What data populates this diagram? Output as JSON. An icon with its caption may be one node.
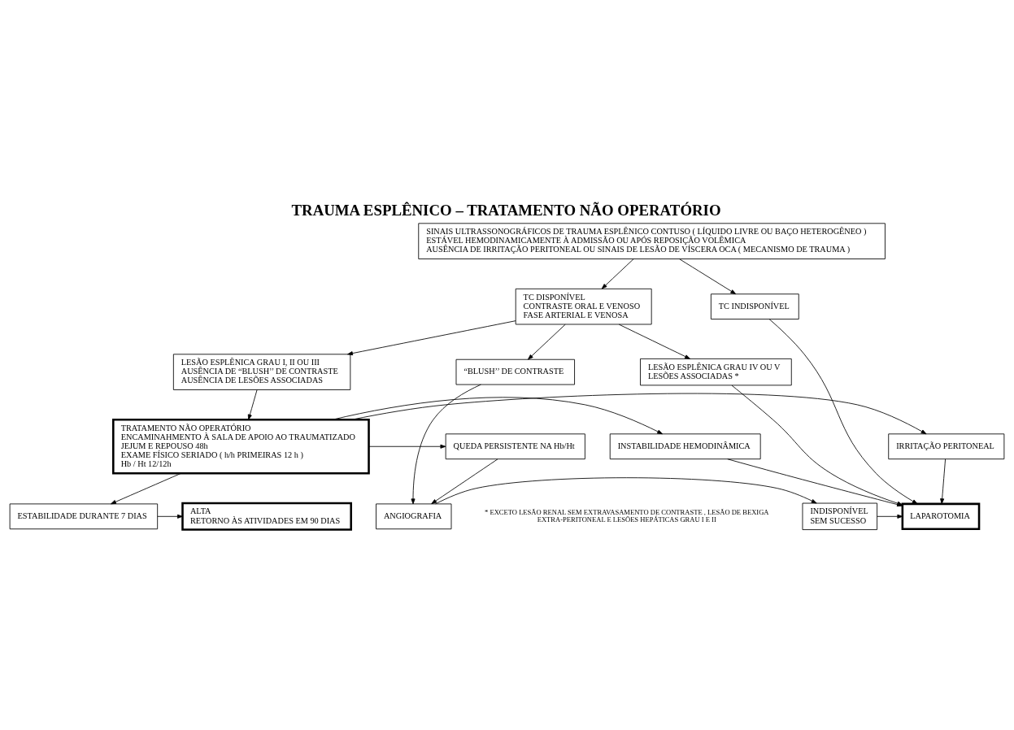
{
  "diagram": {
    "title": "TRAUMA ESPLÊNICO – TRATAMENTO NÃO OPERATÓRIO",
    "nodes": [
      {
        "text": [
          "SINAIS ULTRASSONOGRÁFICOS DE TRAUMA ESPLÊNICO CONTUSO ( LÍQUIDO LIVRE OU BAÇO HETEROGÊNEO )",
          "ESTÁVEL HEMODINAMICAMENTE À ADMISSÃO OU APÓS REPOSIÇÃO VOLÊMICA",
          "AUSÊNCIA DE IRRITAÇÃO PERITONEAL OU SINAIS DE LESÃO DE VÍSCERA OCA ( MECANISMO DE TRAUMA )"
        ]
      },
      {
        "text": [
          "TC DISPONÍVEL",
          "CONTRASTE ORAL E VENOSO",
          "FASE ARTERIAL E VENOSA"
        ]
      },
      {
        "text": [
          "TC INDISPONÍVEL"
        ]
      },
      {
        "text": [
          "LESÃO ESPLÊNICA GRAU IV OU V",
          "LESÕES ASSOCIADAS *"
        ]
      },
      {
        "text": [
          "LESÃO ESPLÊNICA GRAU I, II OU III",
          "AUSÊNCIA DE “BLUSH’’ DE CONTRASTE",
          "AUSÊNCIA DE LESÕES ASSOCIADAS"
        ]
      },
      {
        "text": [
          "“BLUSH’’ DE CONTRASTE"
        ]
      },
      {
        "text": [
          "LAPAROTOMIA"
        ]
      },
      {
        "text": [
          "ANGIOGRAFIA"
        ]
      },
      {
        "text": [
          "INDISPONÍVEL",
          "SEM SUCESSO"
        ]
      },
      {
        "text": [
          "TRATAMENTO NÃO OPERATÓRIO",
          "ENCAMINAHMENTO À SALA DE APOIO AO TRAUMATIZADO",
          "JEJUM E REPOUSO 48h",
          "EXAME FÍSICO SERIADO ( h/h PRIMEIRAS 12 h )",
          "Hb / Ht 12/12h"
        ]
      },
      {
        "text": [
          "QUEDA PERSISTENTE NA Hb/Ht"
        ]
      },
      {
        "text": [
          "IRRITAÇÃO PERITONEAL"
        ]
      },
      {
        "text": [
          "INSTABILIDADE HEMODINÂMICA"
        ]
      },
      {
        "text": [
          "ESTABILIDADE DURANTE 7 DIAS"
        ]
      },
      {
        "text": [
          "ALTA",
          "RETORNO ÀS ATIVIDADES EM 90 DIAS"
        ]
      }
    ],
    "edges": [
      {
        "from": 0,
        "to": 1,
        "arrow": "to"
      },
      {
        "from": 0,
        "to": 2,
        "arrow": "to"
      },
      {
        "from": 1,
        "to": 3,
        "arrow": "to"
      },
      {
        "from": 1,
        "to": 4,
        "arrow": "to"
      },
      {
        "from": 1,
        "to": 5,
        "arrow": "to"
      },
      {
        "from": 2,
        "to": 6,
        "arrow": "to"
      },
      {
        "from": 3,
        "to": 6,
        "arrow": "to"
      },
      {
        "from": 5,
        "to": 7,
        "arrow": "to"
      },
      {
        "from": 7,
        "to": 8,
        "arrow": "to"
      },
      {
        "from": 8,
        "to": 6,
        "arrow": "to"
      },
      {
        "from": 4,
        "to": 9,
        "arrow": "to"
      },
      {
        "from": 9,
        "to": 10,
        "arrow": "to"
      },
      {
        "from": 9,
        "to": 11,
        "arrow": "to"
      },
      {
        "from": 9,
        "to": 12,
        "arrow": "to"
      },
      {
        "from": 10,
        "to": 7,
        "arrow": "to"
      },
      {
        "from": 11,
        "to": 6,
        "arrow": "to"
      },
      {
        "from": 12,
        "to": 6,
        "arrow": "to"
      },
      {
        "from": 9,
        "to": 13,
        "arrow": "to"
      },
      {
        "from": 13,
        "to": 14,
        "arrow": "to"
      }
    ],
    "labels": [
      "* EXCETO LESÃO RENAL SEM EXTRAVASAMENTO DE CONTRASTE , LESÃO DE BEXIGA EXTRA-PERITONEAL E LESÕES HEPÁTICAS GRAU I E II"
    ]
  }
}
